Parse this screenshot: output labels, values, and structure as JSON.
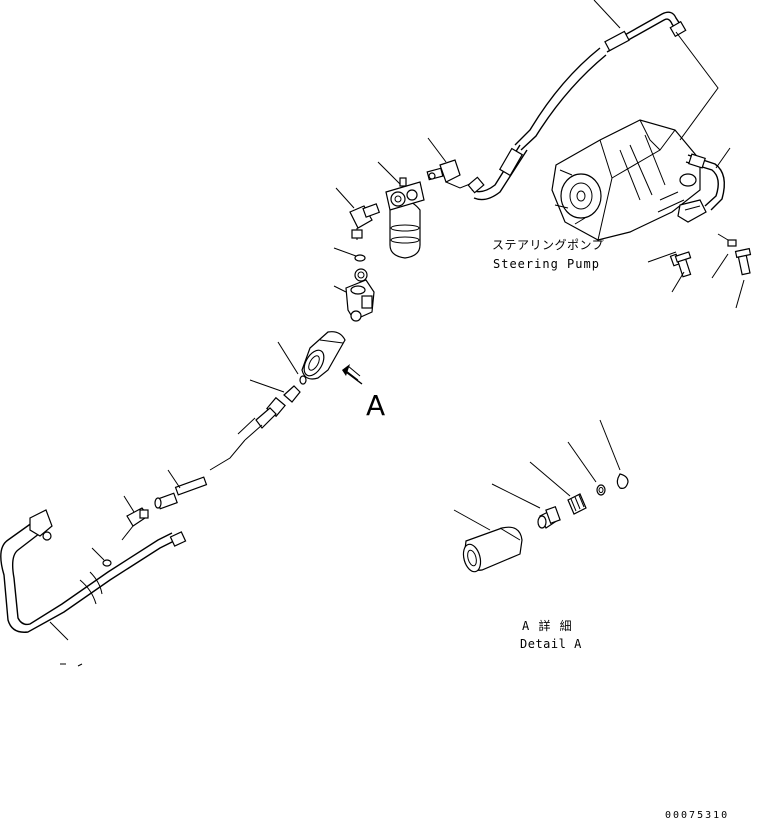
{
  "labels": {
    "pump_ja": "ステアリングポンプ",
    "pump_en": "Steering Pump",
    "view_letter": "A",
    "detail_ja": "A 詳 細",
    "detail_en": "Detail A",
    "drawing_number": "00075310"
  },
  "colors": {
    "line": "#000000",
    "background": "#ffffff"
  }
}
